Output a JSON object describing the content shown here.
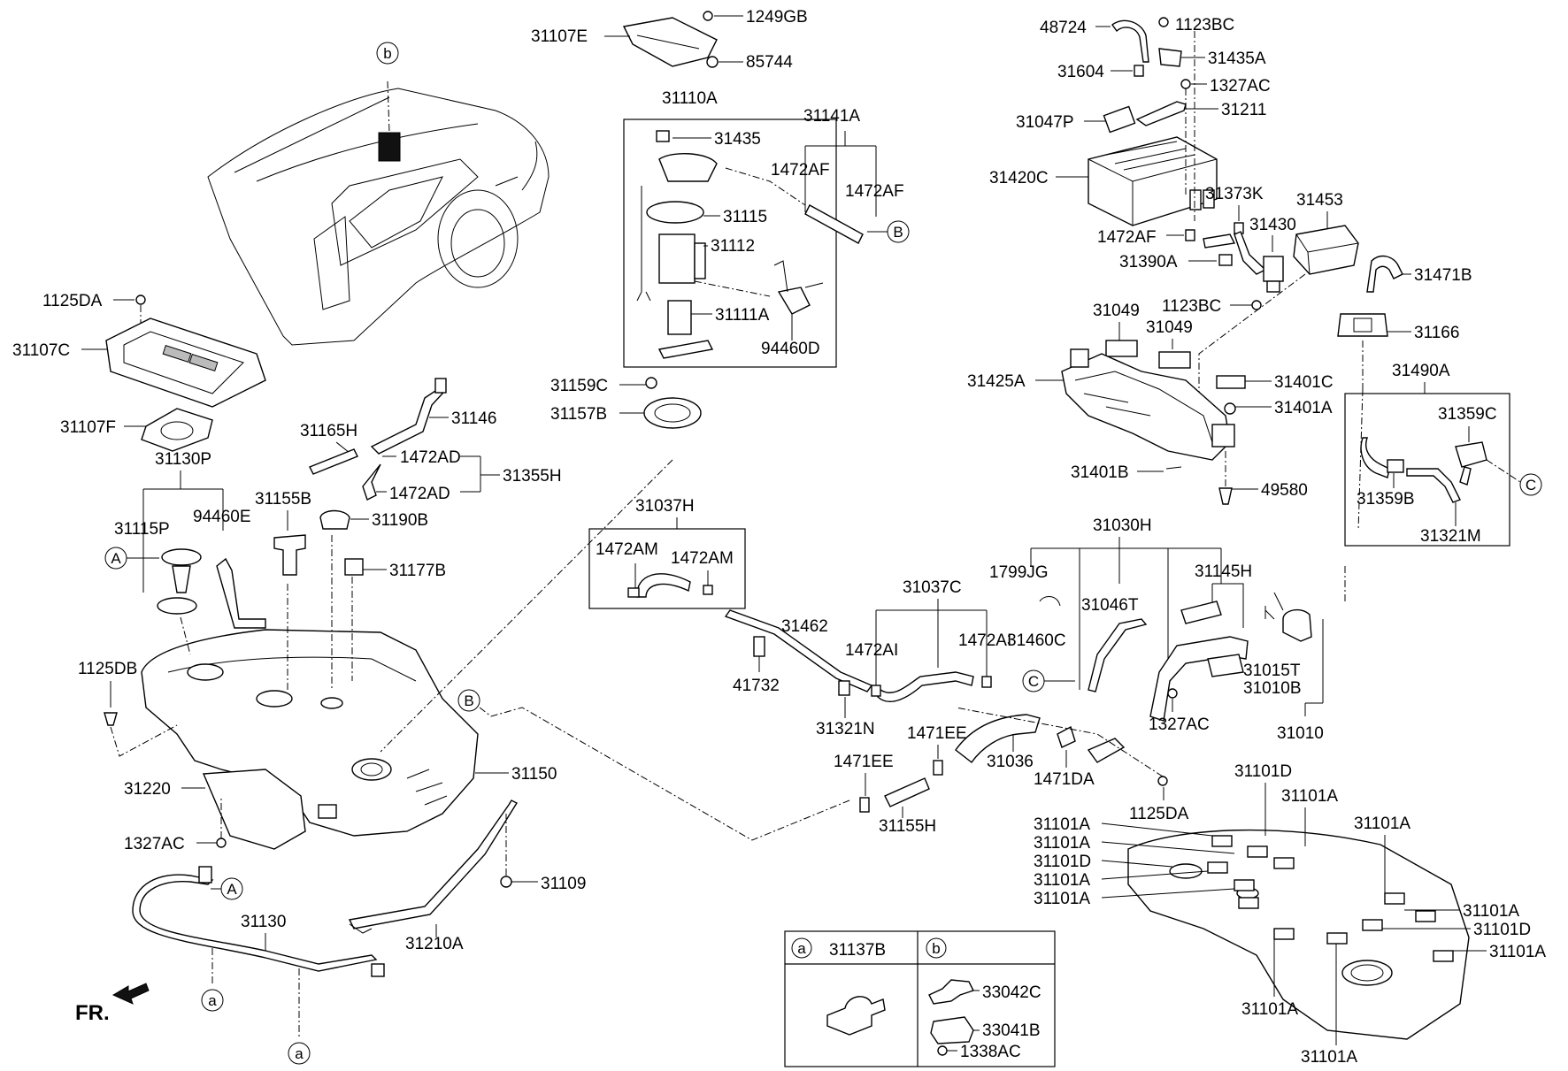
{
  "labels": {
    "p31107E": "31107E",
    "p1249GB": "1249GB",
    "p85744": "85744",
    "p31110A": "31110A",
    "p31141A": "31141A",
    "p31435": "31435",
    "p1472AF_1": "1472AF",
    "p1472AF_2": "1472AF",
    "p31115": "31115",
    "p31112": "31112",
    "p31111A": "31111A",
    "p94460D": "94460D",
    "p1125DA_1": "1125DA",
    "p31107C": "31107C",
    "p31107F": "31107F",
    "p31165H": "31165H",
    "p31146": "31146",
    "p31130P": "31130P",
    "p1472AD_1": "1472AD",
    "p1472AD_2": "1472AD",
    "p31355H": "31355H",
    "p31155B": "31155B",
    "p31190B": "31190B",
    "p31115P": "31115P",
    "p94460E": "94460E",
    "p31177B": "31177B",
    "p1125DB": "1125DB",
    "p31159C": "31159C",
    "p31157B": "31157B",
    "p31037H": "31037H",
    "p1472AM_1": "1472AM",
    "p1472AM_2": "1472AM",
    "p31462": "31462",
    "p41732": "41732",
    "p31037C": "31037C",
    "p1472AI_1": "1472AI",
    "p1472AI_2": "1472AI",
    "p31321N": "31321N",
    "p1471EE_1": "1471EE",
    "p1471EE_2": "1471EE",
    "p31036": "31036",
    "p31155H": "31155H",
    "p1471DA": "1471DA",
    "p1125DA_2": "1125DA",
    "p31150": "31150",
    "p31220": "31220",
    "p1327AC_1": "1327AC",
    "p31109": "31109",
    "p31130": "31130",
    "p31210A": "31210A",
    "p31030H": "31030H",
    "p1799JG": "1799JG",
    "p31046T": "31046T",
    "p31145H": "31145H",
    "p31460C": "31460C",
    "p31015T": "31015T",
    "p31010B": "31010B",
    "p31010": "31010",
    "p1327AC_2": "1327AC",
    "p48724": "48724",
    "p1123BC_1": "1123BC",
    "p31435A": "31435A",
    "p31604": "31604",
    "p1327AC_3": "1327AC",
    "p31047P": "31047P",
    "p31211": "31211",
    "p31420C": "31420C",
    "p31373K": "31373K",
    "p31453": "31453",
    "p31430": "31430",
    "p1472AF_3": "1472AF",
    "p31390A": "31390A",
    "p31471B": "31471B",
    "p1123BC_2": "1123BC",
    "p31166": "31166",
    "p31049_1": "31049",
    "p31049_2": "31049",
    "p31425A": "31425A",
    "p31401C": "31401C",
    "p31490A": "31490A",
    "p31401A": "31401A",
    "p31359C": "31359C",
    "p31401B": "31401B",
    "p49580": "49580",
    "p31359B": "31359B",
    "p31321M": "31321M",
    "p31101D_1": "31101D",
    "p31101A_1": "31101A",
    "p31101A_2": "31101A",
    "p31101A_3": "31101A",
    "p31101D_2": "31101D",
    "p31101A_4": "31101A",
    "p31101A_5": "31101A",
    "p31101A_6": "31101A",
    "p31101A_7": "31101A",
    "p31101D_3": "31101D",
    "p31101A_8": "31101A",
    "p31101A_9": "31101A",
    "p31101A_10": "31101A",
    "p31137B": "31137B",
    "p33042C": "33042C",
    "p33041B": "33041B",
    "p1338AC": "1338AC"
  },
  "callouts": {
    "a": "a",
    "b": "b",
    "A": "A",
    "B": "B",
    "C": "C"
  },
  "fr": "FR."
}
